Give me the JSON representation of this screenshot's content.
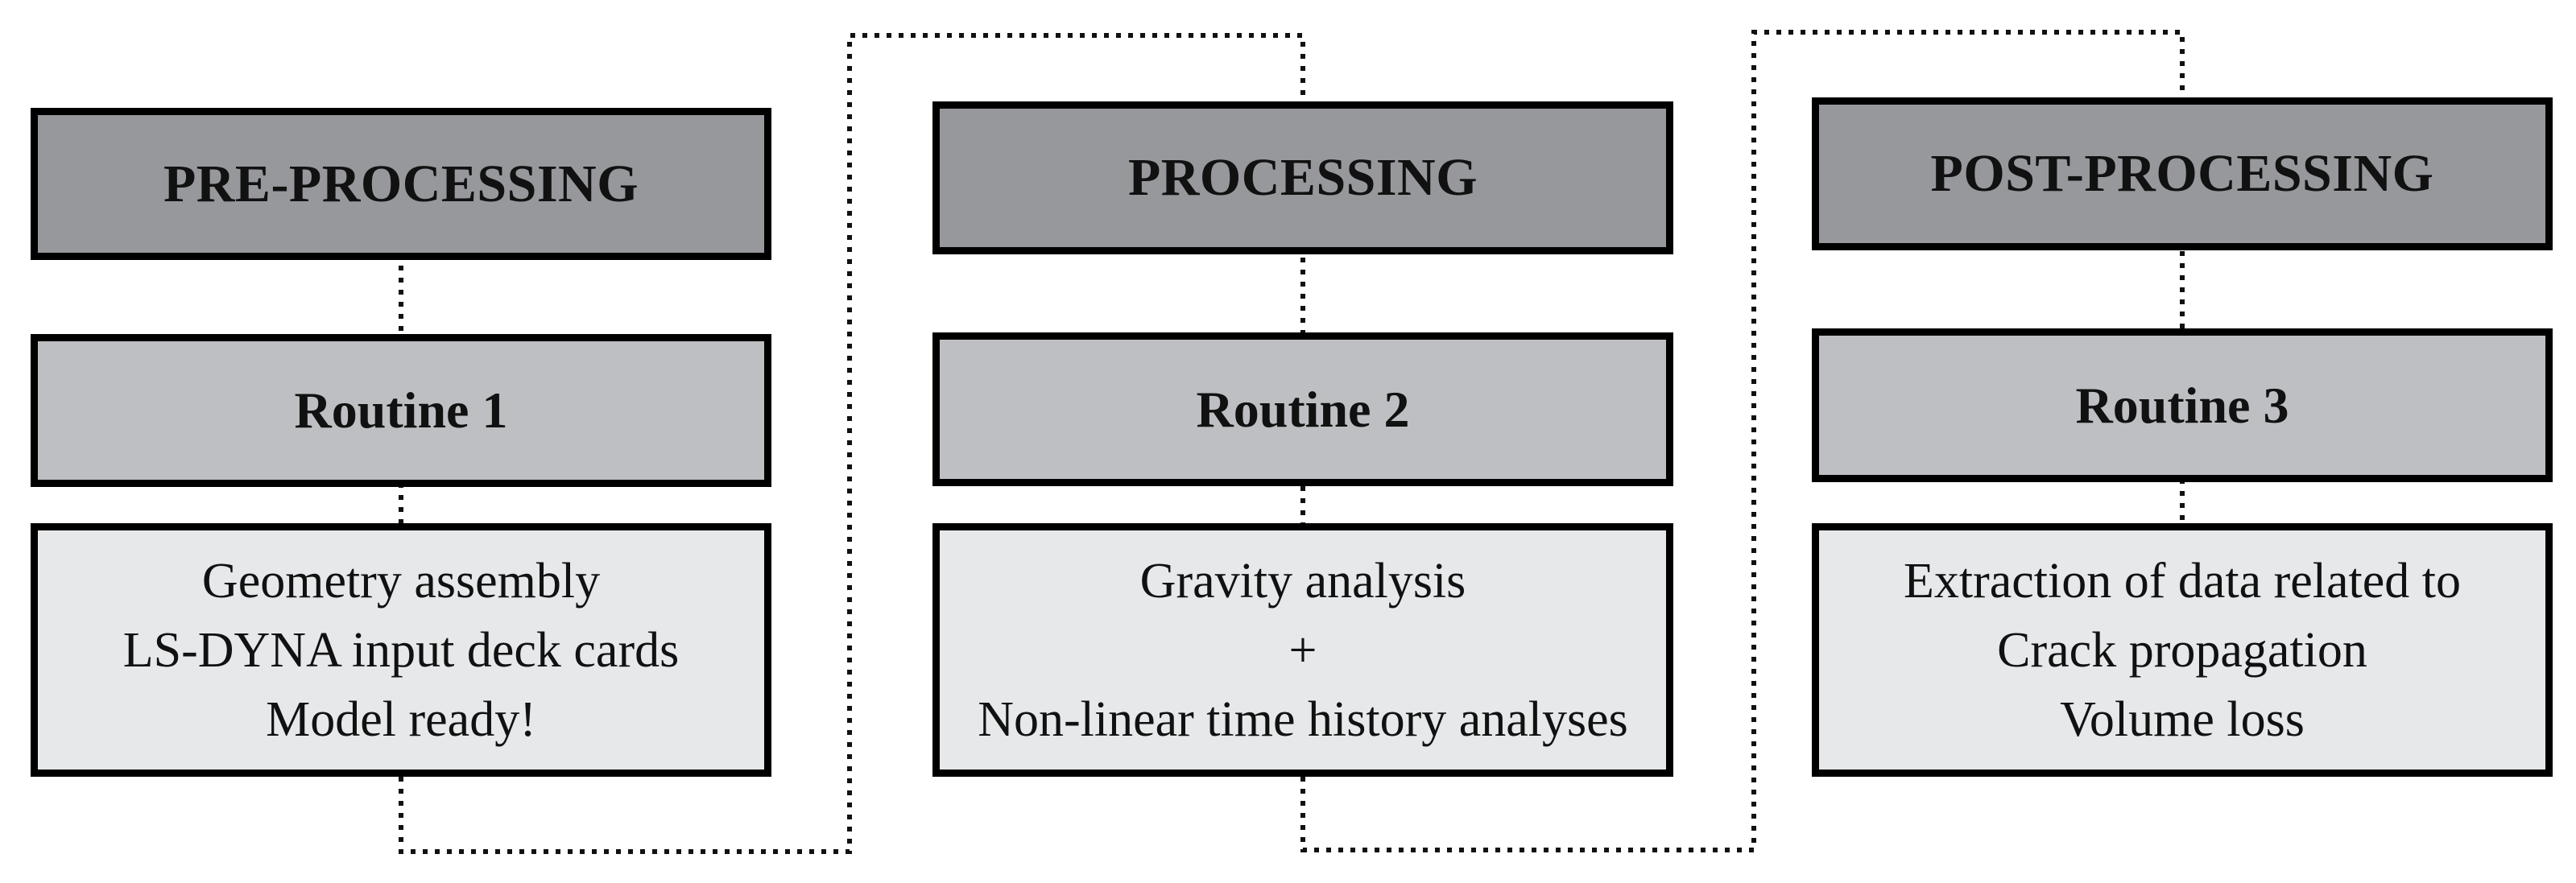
{
  "stages": [
    {
      "header": "PRE-PROCESSING",
      "routine": "Routine 1",
      "details": [
        "Geometry assembly",
        "LS-DYNA input deck cards",
        "Model ready!"
      ]
    },
    {
      "header": "PROCESSING",
      "routine": "Routine 2",
      "details": [
        "Gravity analysis",
        "+",
        "Non-linear time history analyses"
      ]
    },
    {
      "header": "POST-PROCESSING",
      "routine": "Routine 3",
      "details": [
        "Extraction of data related to",
        "Crack propagation",
        "Volume loss"
      ]
    }
  ],
  "colors": {
    "header_fill": "#96989c",
    "routine_fill": "#bdbfc2",
    "detail_fill": "#e6e8ea",
    "border": "#000000"
  }
}
